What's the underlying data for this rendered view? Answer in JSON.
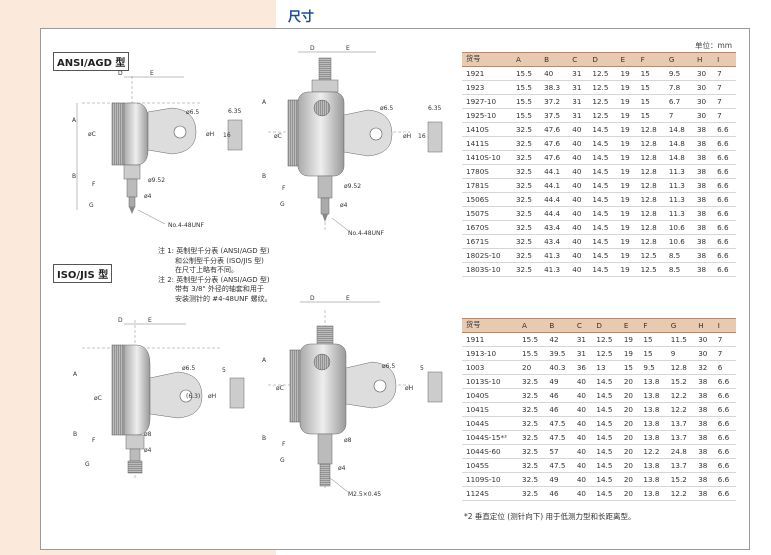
{
  "section_title": "尺寸",
  "labels": {
    "ansi": "ANSI/AGD 型",
    "iso": "ISO/JIS 型"
  },
  "unit": "单位：mm",
  "notes": [
    "注 1:  英制型千分表 (ANSI/AGD 型)",
    "和公制型千分表 (ISO/JIS 型)",
    "在尺寸上略有不同。",
    "注 2:  英制型千分表 (ANSI/AGD 型)",
    "带有 3/8\" 外径的轴套和用于",
    "安装测针的 #4-48UNF 螺纹。"
  ],
  "drawing_labels": {
    "d1": "D",
    "e1": "E",
    "a": "A",
    "b": "B",
    "c": "øC",
    "f": "F",
    "g": "G",
    "h": "øH",
    "d65": "ø6.5",
    "d635": "6.35",
    "d16": "16",
    "d952": "ø9.52",
    "d4": "ø4",
    "unf": "No.4-48UNF",
    "d5": "5",
    "d8": "ø8",
    "d163": "(6.3)",
    "m25": "M2.5×0.45"
  },
  "table1": {
    "headers": [
      "货号",
      "A",
      "B",
      "C",
      "D",
      "E",
      "F",
      "G",
      "H",
      "I"
    ],
    "rows": [
      [
        "1921",
        "15.5",
        "40",
        "31",
        "12.5",
        "19",
        "15",
        "9.5",
        "30",
        "7"
      ],
      [
        "1923",
        "15.5",
        "38.3",
        "31",
        "12.5",
        "19",
        "15",
        "7.8",
        "30",
        "7"
      ],
      [
        "1927-10",
        "15.5",
        "37.2",
        "31",
        "12.5",
        "19",
        "15",
        "6.7",
        "30",
        "7"
      ],
      [
        "1925-10",
        "15.5",
        "37.5",
        "31",
        "12.5",
        "19",
        "15",
        "7",
        "30",
        "7"
      ],
      [
        "1410S",
        "32.5",
        "47.6",
        "40",
        "14.5",
        "19",
        "12.8",
        "14.8",
        "38",
        "6.6"
      ],
      [
        "1411S",
        "32.5",
        "47.6",
        "40",
        "14.5",
        "19",
        "12.8",
        "14.8",
        "38",
        "6.6"
      ],
      [
        "1410S-10",
        "32.5",
        "47.6",
        "40",
        "14.5",
        "19",
        "12.8",
        "14.8",
        "38",
        "6.6"
      ],
      [
        "1780S",
        "32.5",
        "44.1",
        "40",
        "14.5",
        "19",
        "12.8",
        "11.3",
        "38",
        "6.6"
      ],
      [
        "1781S",
        "32.5",
        "44.1",
        "40",
        "14.5",
        "19",
        "12.8",
        "11.3",
        "38",
        "6.6"
      ],
      [
        "1506S",
        "32.5",
        "44.4",
        "40",
        "14.5",
        "19",
        "12.8",
        "11.3",
        "38",
        "6.6"
      ],
      [
        "1507S",
        "32.5",
        "44.4",
        "40",
        "14.5",
        "19",
        "12.8",
        "11.3",
        "38",
        "6.6"
      ],
      [
        "1670S",
        "32.5",
        "43.4",
        "40",
        "14.5",
        "19",
        "12.8",
        "10.6",
        "38",
        "6.6"
      ],
      [
        "1671S",
        "32.5",
        "43.4",
        "40",
        "14.5",
        "19",
        "12.8",
        "10.6",
        "38",
        "6.6"
      ],
      [
        "1802S-10",
        "32.5",
        "41.3",
        "40",
        "14.5",
        "19",
        "12.5",
        "8.5",
        "38",
        "6.6"
      ],
      [
        "1803S-10",
        "32.5",
        "41.3",
        "40",
        "14.5",
        "19",
        "12.5",
        "8.5",
        "38",
        "6.6"
      ]
    ]
  },
  "table2": {
    "headers": [
      "货号",
      "A",
      "B",
      "C",
      "D",
      "E",
      "F",
      "G",
      "H",
      "I"
    ],
    "rows": [
      [
        "1911",
        "15.5",
        "42",
        "31",
        "12.5",
        "19",
        "15",
        "11.5",
        "30",
        "7"
      ],
      [
        "1913-10",
        "15.5",
        "39.5",
        "31",
        "12.5",
        "19",
        "15",
        "9",
        "30",
        "7"
      ],
      [
        "1003",
        "20",
        "40.3",
        "36",
        "13",
        "15",
        "9.5",
        "12.8",
        "32",
        "6"
      ],
      [
        "1013S-10",
        "32.5",
        "49",
        "40",
        "14.5",
        "20",
        "13.8",
        "15.2",
        "38",
        "6.6"
      ],
      [
        "1040S",
        "32.5",
        "46",
        "40",
        "14.5",
        "20",
        "13.8",
        "12.2",
        "38",
        "6.6"
      ],
      [
        "1041S",
        "32.5",
        "46",
        "40",
        "14.5",
        "20",
        "13.8",
        "12.2",
        "38",
        "6.6"
      ],
      [
        "1044S",
        "32.5",
        "47.5",
        "40",
        "14.5",
        "20",
        "13.8",
        "13.7",
        "38",
        "6.6"
      ],
      [
        "1044S-15*²",
        "32.5",
        "47.5",
        "40",
        "14.5",
        "20",
        "13.8",
        "13.7",
        "38",
        "6.6"
      ],
      [
        "1044S-60",
        "32.5",
        "57",
        "40",
        "14.5",
        "20",
        "12.2",
        "24.8",
        "38",
        "6.6"
      ],
      [
        "1045S",
        "32.5",
        "47.5",
        "40",
        "14.5",
        "20",
        "13.8",
        "13.7",
        "38",
        "6.6"
      ],
      [
        "1109S-10",
        "32.5",
        "49",
        "40",
        "14.5",
        "20",
        "13.8",
        "15.2",
        "38",
        "6.6"
      ],
      [
        "1124S",
        "32.5",
        "46",
        "40",
        "14.5",
        "20",
        "13.8",
        "12.2",
        "38",
        "6.6"
      ]
    ]
  },
  "footnote": "*2 垂直定位 (测针向下) 用于低测力型和长距离型。"
}
